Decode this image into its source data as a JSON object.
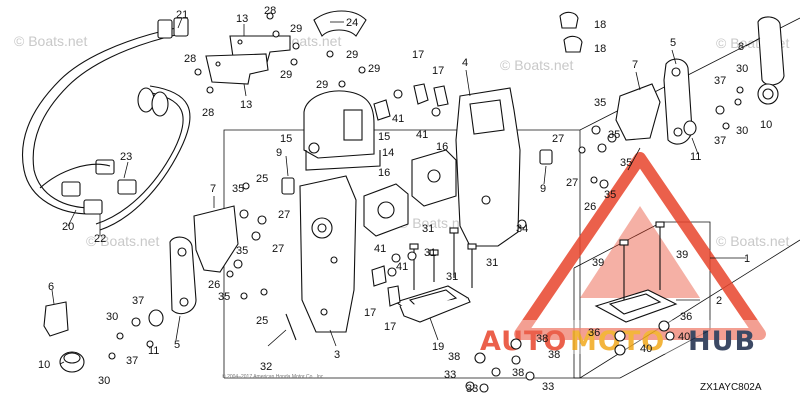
{
  "watermark": {
    "text": "© Boats.net"
  },
  "diagram_code": "ZX1AYC802A",
  "footer_note": "© 2004–2017 American Honda Motor Co., Inc.",
  "brand_overlay": {
    "text_a": "AUTO",
    "text_b": "MOTO",
    "text_c": "HUB",
    "color_a": "#e8452c",
    "color_b": "#f2a91c",
    "color_c": "#1b2a49"
  },
  "callouts": [
    {
      "id": "c1",
      "label": "1"
    },
    {
      "id": "c2",
      "label": "2"
    },
    {
      "id": "c3",
      "label": "3"
    },
    {
      "id": "c4",
      "label": "4"
    },
    {
      "id": "c5a",
      "label": "5"
    },
    {
      "id": "c5b",
      "label": "5"
    },
    {
      "id": "c6",
      "label": "6"
    },
    {
      "id": "c7a",
      "label": "7"
    },
    {
      "id": "c7b",
      "label": "7"
    },
    {
      "id": "c8",
      "label": "8"
    },
    {
      "id": "c9a",
      "label": "9"
    },
    {
      "id": "c9b",
      "label": "9"
    },
    {
      "id": "c10a",
      "label": "10"
    },
    {
      "id": "c10b",
      "label": "10"
    },
    {
      "id": "c11a",
      "label": "11"
    },
    {
      "id": "c11b",
      "label": "11"
    },
    {
      "id": "c13a",
      "label": "13"
    },
    {
      "id": "c13b",
      "label": "13"
    },
    {
      "id": "c14",
      "label": "14"
    },
    {
      "id": "c15a",
      "label": "15"
    },
    {
      "id": "c15b",
      "label": "15"
    },
    {
      "id": "c16a",
      "label": "16"
    },
    {
      "id": "c16b",
      "label": "16"
    },
    {
      "id": "c17a",
      "label": "17"
    },
    {
      "id": "c17b",
      "label": "17"
    },
    {
      "id": "c17c",
      "label": "17"
    },
    {
      "id": "c17d",
      "label": "17"
    },
    {
      "id": "c18a",
      "label": "18"
    },
    {
      "id": "c18b",
      "label": "18"
    },
    {
      "id": "c19",
      "label": "19"
    },
    {
      "id": "c20",
      "label": "20"
    },
    {
      "id": "c21",
      "label": "21"
    },
    {
      "id": "c22",
      "label": "22"
    },
    {
      "id": "c23",
      "label": "23"
    },
    {
      "id": "c24",
      "label": "24"
    },
    {
      "id": "c25a",
      "label": "25"
    },
    {
      "id": "c25b",
      "label": "25"
    },
    {
      "id": "c26a",
      "label": "26"
    },
    {
      "id": "c26b",
      "label": "26"
    },
    {
      "id": "c27a",
      "label": "27"
    },
    {
      "id": "c27b",
      "label": "27"
    },
    {
      "id": "c27c",
      "label": "27"
    },
    {
      "id": "c27d",
      "label": "27"
    },
    {
      "id": "c28a",
      "label": "28"
    },
    {
      "id": "c28b",
      "label": "28"
    },
    {
      "id": "c28c",
      "label": "28"
    },
    {
      "id": "c29a",
      "label": "29"
    },
    {
      "id": "c29b",
      "label": "29"
    },
    {
      "id": "c29c",
      "label": "29"
    },
    {
      "id": "c29d",
      "label": "29"
    },
    {
      "id": "c29e",
      "label": "29"
    },
    {
      "id": "c30a",
      "label": "30"
    },
    {
      "id": "c30b",
      "label": "30"
    },
    {
      "id": "c30c",
      "label": "30"
    },
    {
      "id": "c30d",
      "label": "30"
    },
    {
      "id": "c31a",
      "label": "31"
    },
    {
      "id": "c31b",
      "label": "31"
    },
    {
      "id": "c31c",
      "label": "31"
    },
    {
      "id": "c31d",
      "label": "31"
    },
    {
      "id": "c32",
      "label": "32"
    },
    {
      "id": "c33a",
      "label": "33"
    },
    {
      "id": "c33b",
      "label": "33"
    },
    {
      "id": "c33c",
      "label": "33"
    },
    {
      "id": "c34",
      "label": "34"
    },
    {
      "id": "c35a",
      "label": "35"
    },
    {
      "id": "c35b",
      "label": "35"
    },
    {
      "id": "c35c",
      "label": "35"
    },
    {
      "id": "c35d",
      "label": "35"
    },
    {
      "id": "c35e",
      "label": "35"
    },
    {
      "id": "c35f",
      "label": "35"
    },
    {
      "id": "c35g",
      "label": "35"
    },
    {
      "id": "c36a",
      "label": "36"
    },
    {
      "id": "c36b",
      "label": "36"
    },
    {
      "id": "c37a",
      "label": "37"
    },
    {
      "id": "c37b",
      "label": "37"
    },
    {
      "id": "c37c",
      "label": "37"
    },
    {
      "id": "c37d",
      "label": "37"
    },
    {
      "id": "c38a",
      "label": "38"
    },
    {
      "id": "c38b",
      "label": "38"
    },
    {
      "id": "c38c",
      "label": "38"
    },
    {
      "id": "c38d",
      "label": "38"
    },
    {
      "id": "c39a",
      "label": "39"
    },
    {
      "id": "c39b",
      "label": "39"
    },
    {
      "id": "c40a",
      "label": "40"
    },
    {
      "id": "c40b",
      "label": "40"
    },
    {
      "id": "c41a",
      "label": "41"
    },
    {
      "id": "c41b",
      "label": "41"
    },
    {
      "id": "c41c",
      "label": "41"
    },
    {
      "id": "c41d",
      "label": "41"
    }
  ]
}
